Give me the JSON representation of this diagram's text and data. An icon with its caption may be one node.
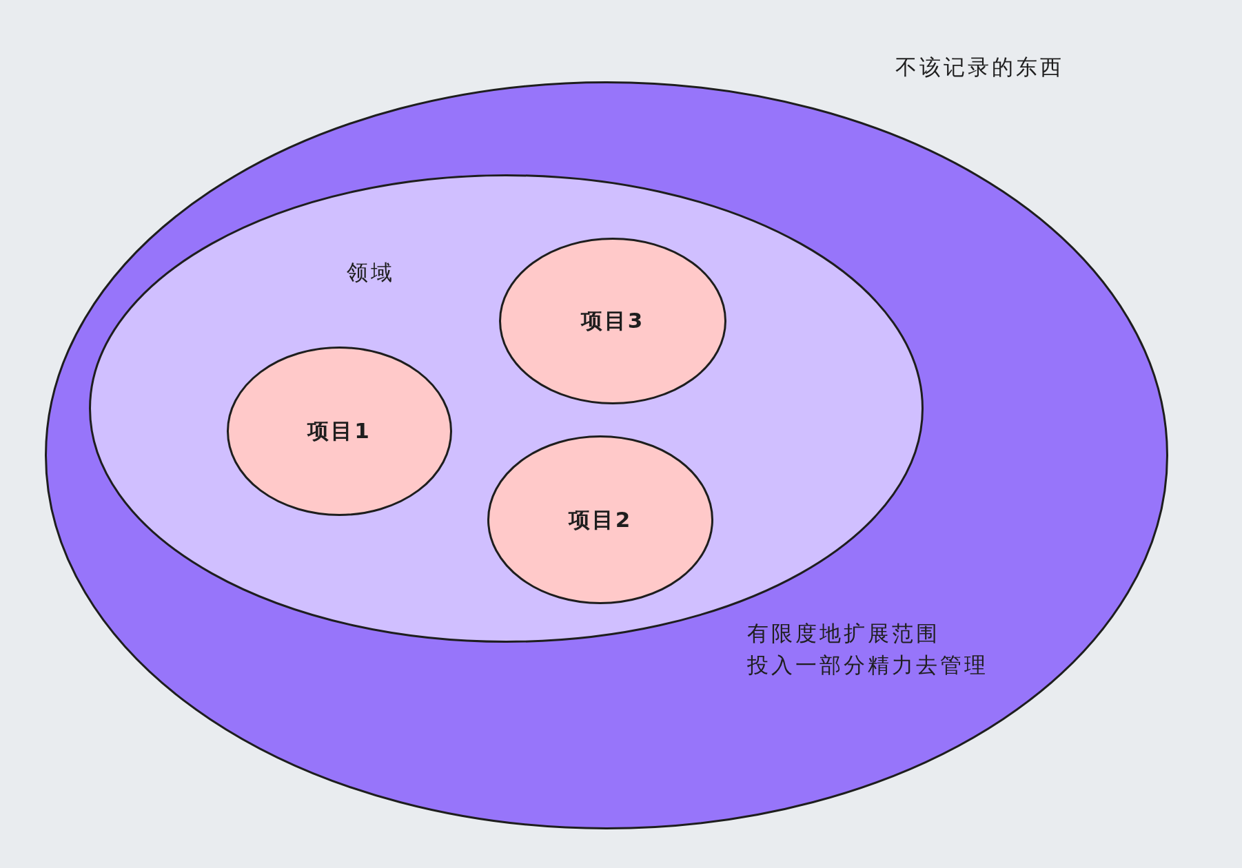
{
  "diagram": {
    "nodes": [
      {
        "text": [
          "有限度地扩展范围",
          "投入一部分精力去管理"
        ]
      },
      {
        "text": [
          "领域"
        ],
        "in": 0
      },
      {
        "text": [
          "项目3"
        ],
        "in": 1
      },
      {
        "text": [
          "项目1"
        ],
        "in": 1
      },
      {
        "text": [
          "项目2"
        ],
        "in": 1
      }
    ],
    "labels": [
      "不该记录的东西"
    ]
  }
}
